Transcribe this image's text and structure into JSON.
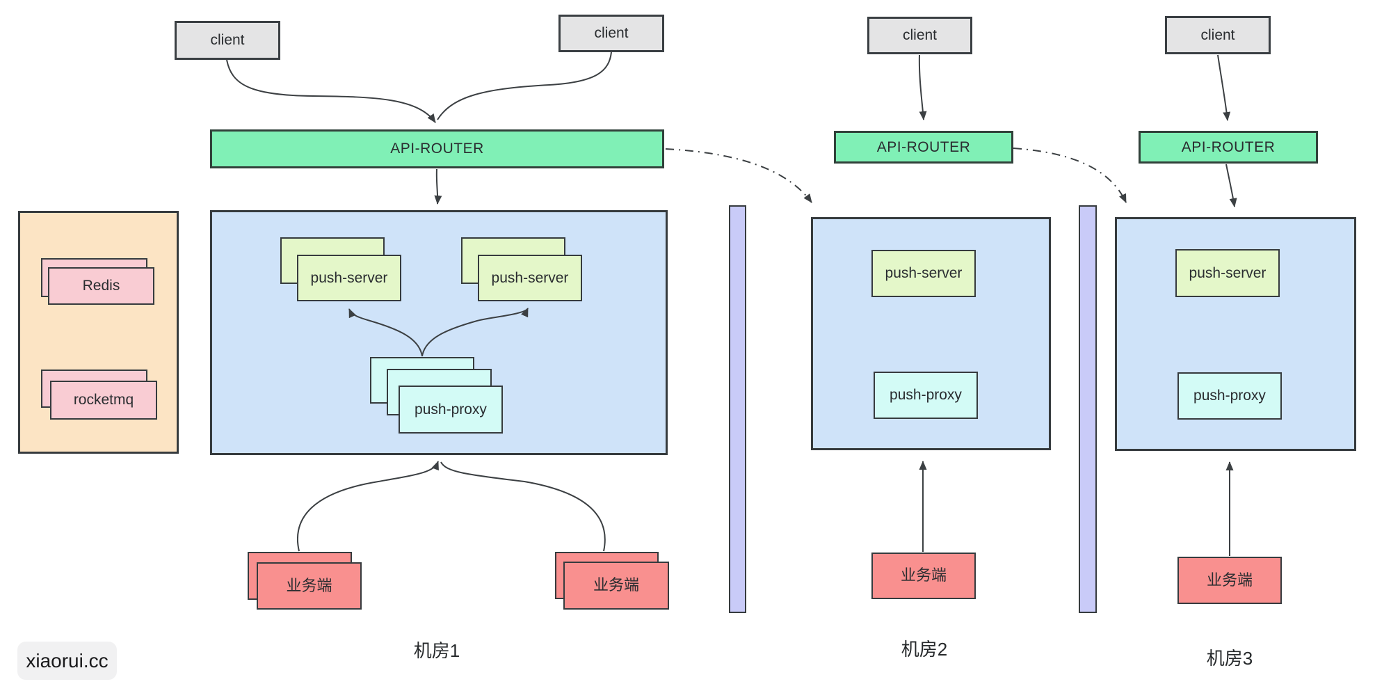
{
  "watermark": "xiaorui.cc",
  "labels": {
    "client": "client",
    "api_router": "API-ROUTER",
    "push_server": "push-server",
    "push_proxy": "push-proxy",
    "redis": "Redis",
    "rocketmq": "rocketmq",
    "business_client": "业务端",
    "dc1": "机房1",
    "dc2": "机房2",
    "dc3": "机房3"
  },
  "colors": {
    "client_fill": "#e4e4e5",
    "router_fill": "#80f0b6",
    "datacenter_fill": "#cfe3f9",
    "push_server_fill": "#e4f7c9",
    "push_proxy_fill": "#d3fbf6",
    "middleware_fill": "#f9ccd3",
    "middleware_container_fill": "#fce4c4",
    "business_fill": "#f9908f",
    "lane_fill": "#c9cbf8",
    "border": "#363b3e",
    "line": "#3c4043"
  }
}
